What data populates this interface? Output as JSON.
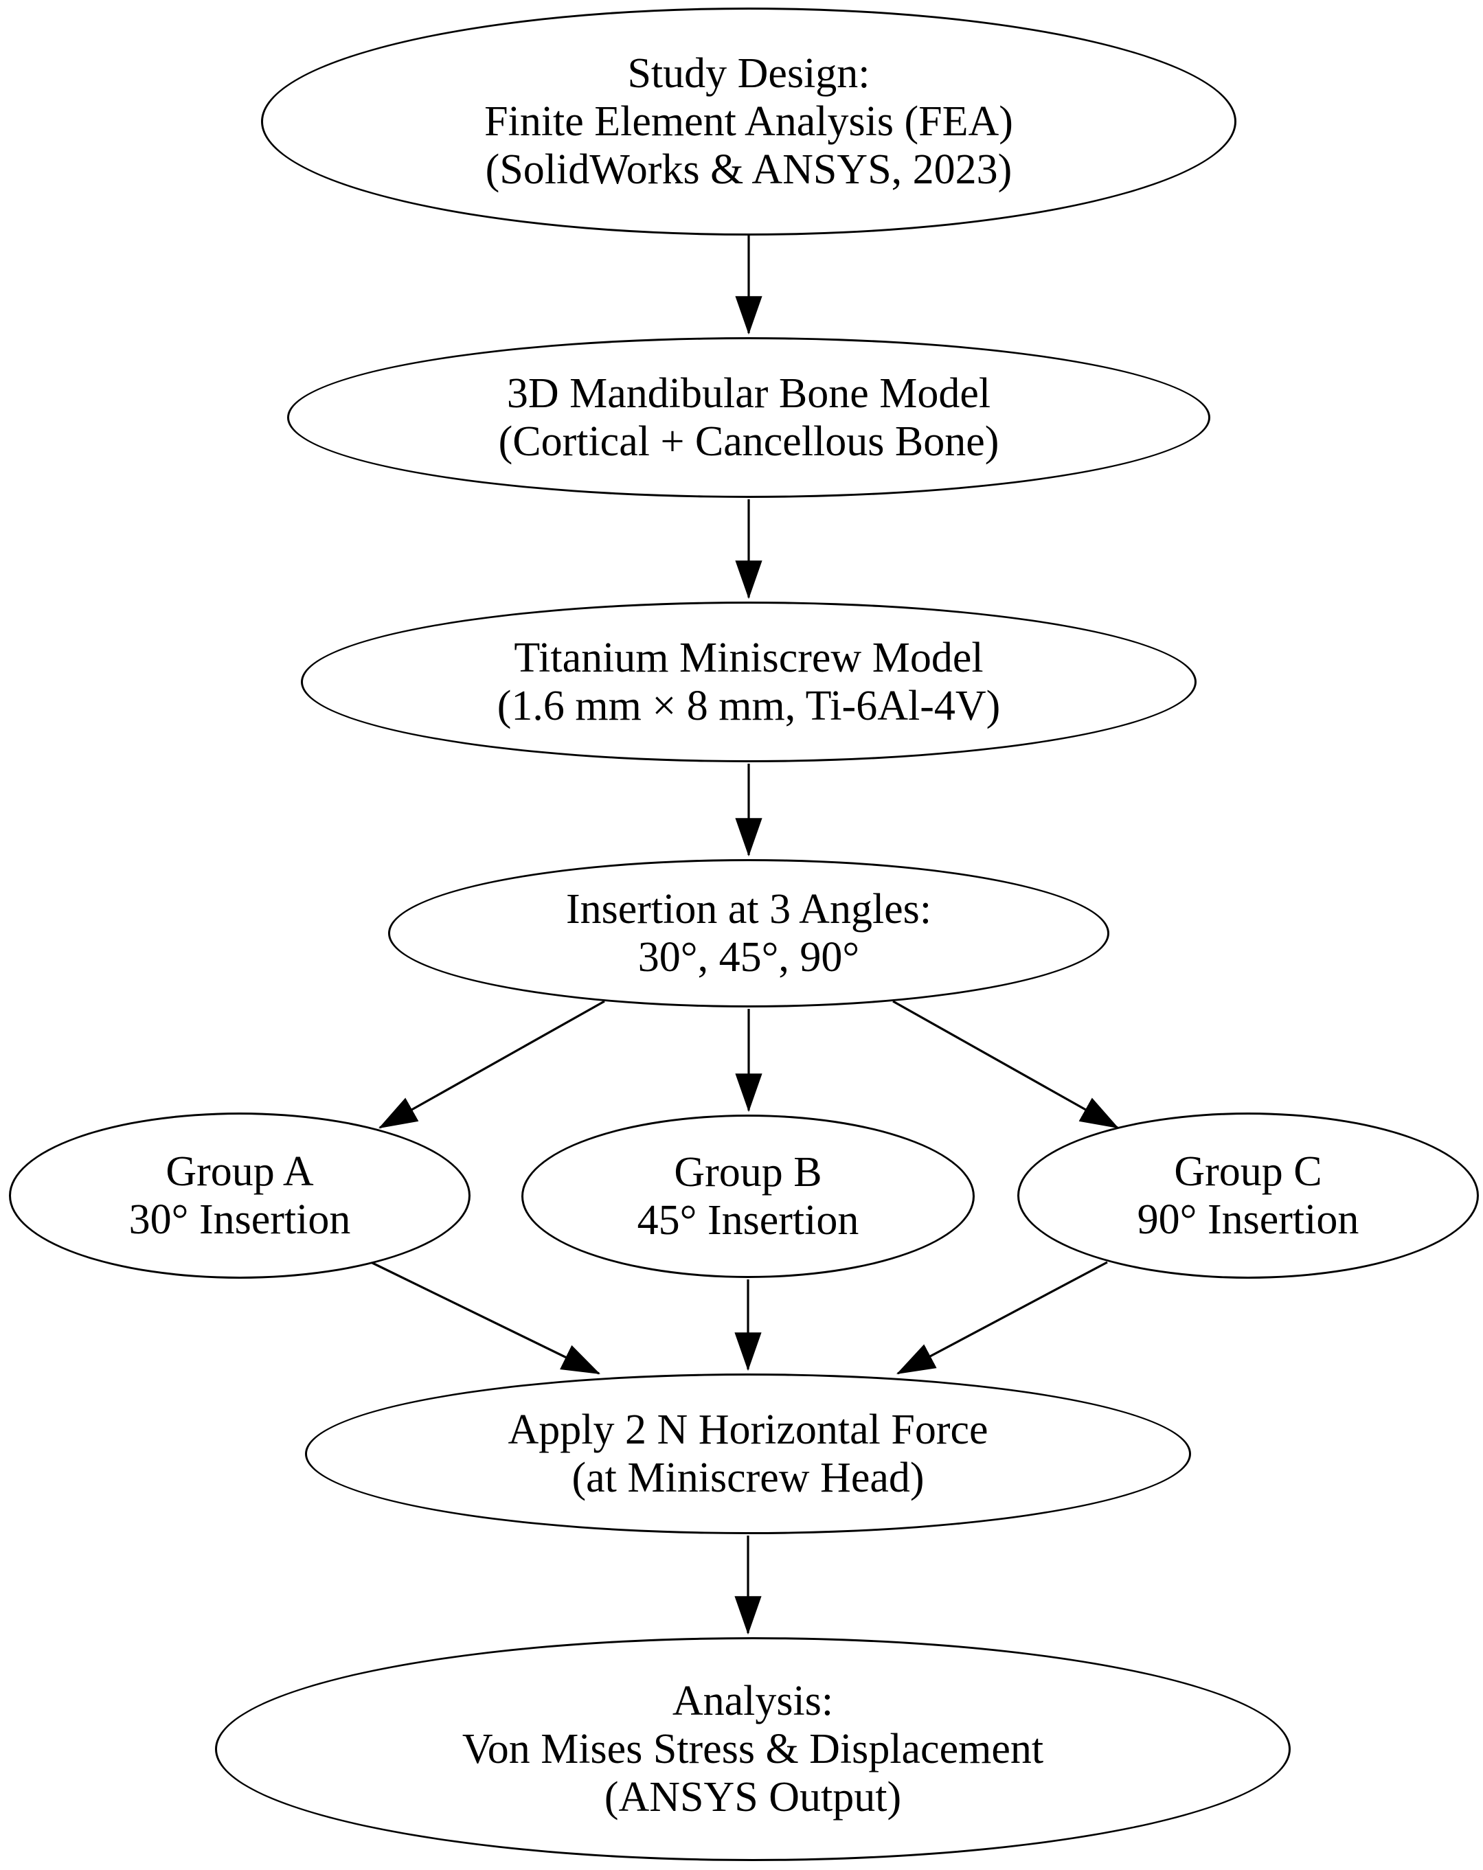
{
  "colors": {
    "background": "#ffffff",
    "node_fill": "#ffffff",
    "stroke": "#000000",
    "text": "#000000"
  },
  "diagram": {
    "type": "flowchart",
    "nodes": [
      {
        "id": "study",
        "shape": "ellipse",
        "lines": [
          "Study Design:",
          "Finite Element Analysis (FEA)",
          "(SolidWorks & ANSYS, 2023)"
        ]
      },
      {
        "id": "bone",
        "shape": "ellipse",
        "lines": [
          "3D Mandibular Bone Model",
          "(Cortical + Cancellous Bone)"
        ]
      },
      {
        "id": "miniscrew",
        "shape": "ellipse",
        "lines": [
          "Titanium Miniscrew Model",
          "(1.6 mm × 8 mm, Ti-6Al-4V)"
        ]
      },
      {
        "id": "insertion",
        "shape": "ellipse",
        "lines": [
          "Insertion at 3 Angles:",
          "30°, 45°, 90°"
        ]
      },
      {
        "id": "group-a",
        "shape": "ellipse",
        "lines": [
          "Group A",
          "30° Insertion"
        ]
      },
      {
        "id": "group-b",
        "shape": "ellipse",
        "lines": [
          "Group B",
          "45° Insertion"
        ]
      },
      {
        "id": "group-c",
        "shape": "ellipse",
        "lines": [
          "Group C",
          "90° Insertion"
        ]
      },
      {
        "id": "force",
        "shape": "ellipse",
        "lines": [
          "Apply 2 N Horizontal Force",
          "(at Miniscrew Head)"
        ]
      },
      {
        "id": "analysis",
        "shape": "ellipse",
        "lines": [
          "Analysis:",
          "Von Mises Stress & Displacement",
          "(ANSYS Output)"
        ]
      }
    ],
    "edges": [
      {
        "from": "study",
        "to": "bone"
      },
      {
        "from": "bone",
        "to": "miniscrew"
      },
      {
        "from": "miniscrew",
        "to": "insertion"
      },
      {
        "from": "insertion",
        "to": "group-a"
      },
      {
        "from": "insertion",
        "to": "group-b"
      },
      {
        "from": "insertion",
        "to": "group-c"
      },
      {
        "from": "group-a",
        "to": "force"
      },
      {
        "from": "group-b",
        "to": "force"
      },
      {
        "from": "group-c",
        "to": "force"
      },
      {
        "from": "force",
        "to": "analysis"
      }
    ]
  }
}
